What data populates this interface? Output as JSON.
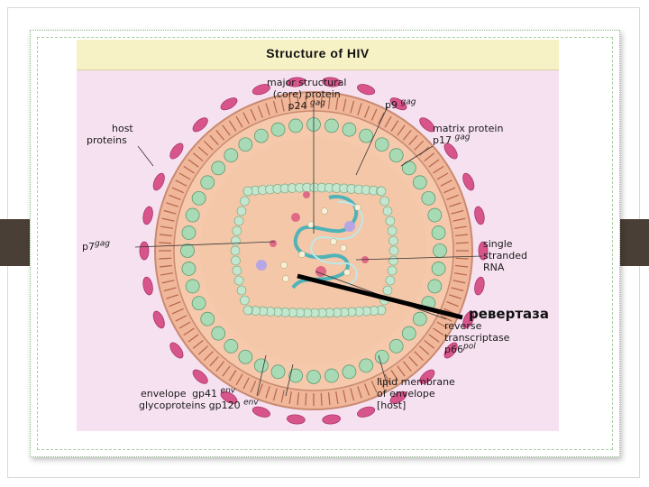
{
  "figure": {
    "title": "Structure of HIV",
    "labels": {
      "core_protein_1": "major structural",
      "core_protein_2": "(core) protein",
      "core_protein_3": "p24",
      "p9": "p9",
      "host_proteins_1": "host",
      "host_proteins_2": "proteins",
      "matrix_1": "matrix protein",
      "matrix_2": "p17",
      "p7": "p7",
      "rna_1": "single",
      "rna_2": "stranded",
      "rna_3": "RNA",
      "rt_1": "reverse",
      "rt_2": "transcriptase",
      "rt_3": "p66",
      "gp41": "gp41",
      "gp120": "gp120",
      "envelope_1": "envelope",
      "envelope_2": "glycoproteins",
      "lipid_1": "lipid membrane",
      "lipid_2": "of envelope",
      "lipid_3": "[host]",
      "gag": "gag",
      "pol": "pol",
      "env": "env"
    },
    "annotation": "ревертаза"
  },
  "colors": {
    "figure_bg": "#f6e1f1",
    "title_bar": "#f7f2c6",
    "spikes": "#d8558c",
    "membrane": "#f0b79a",
    "matrix_beads": "#a8dab5",
    "core": "#f3c7a8",
    "rna": "#5cc0c0",
    "tab": "#4a3f36"
  }
}
